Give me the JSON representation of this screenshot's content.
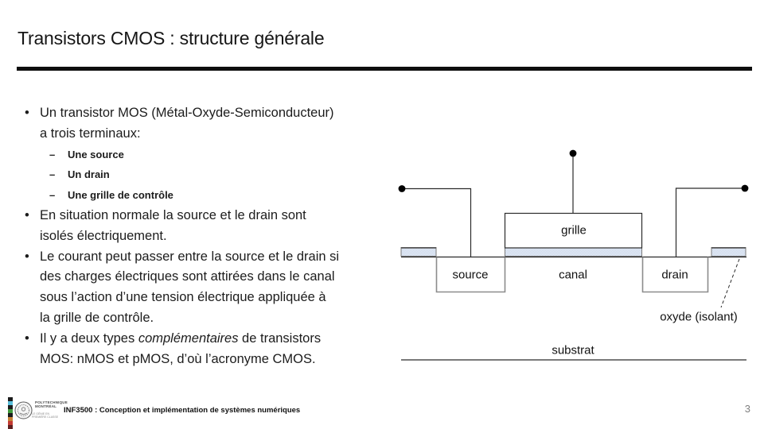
{
  "slide": {
    "title": "Transistors CMOS : structure générale",
    "page_number": "3",
    "footer_text": "INF3500 : Conception et implémentation de systèmes numériques",
    "logo": {
      "wordmark": [
        "POLYTECHNIQUE",
        "MONTRÉAL"
      ],
      "motto": "LE GÉNIE EN PREMIÈRE CLASSE",
      "stripe_colors": [
        "#1b1b1b",
        "#58bcd9",
        "#1b1b1b",
        "#3f9a3b",
        "#1b1b1b",
        "#c57f36",
        "#c43b33",
        "#5f1f1f"
      ]
    },
    "colors": {
      "title_rule": "#0e0e0e",
      "oxide_fill": "#dde4f1",
      "diagram_line": "#2b2b2b",
      "page_number": "#7f7f7f"
    }
  },
  "bullets": [
    {
      "level": 1,
      "marker": "•",
      "lines": [
        "Un transistor MOS (Métal-Oxyde-Semiconducteur)",
        "a trois terminaux:"
      ]
    },
    {
      "level": 2,
      "marker": "–",
      "lines": [
        "Une source"
      ]
    },
    {
      "level": 2,
      "marker": "–",
      "lines": [
        "Un drain"
      ]
    },
    {
      "level": 2,
      "marker": "–",
      "lines": [
        "Une grille de contrôle"
      ]
    },
    {
      "level": 1,
      "marker": "•",
      "lines": [
        "En situation normale la source et le drain sont",
        "isolés électriquement."
      ]
    },
    {
      "level": 1,
      "marker": "•",
      "lines": [
        "Le courant peut passer entre la source et le drain si",
        "des charges électriques sont attirées dans le canal",
        "sous l’action d’une tension électrique appliquée à",
        "la grille de contrôle."
      ]
    },
    {
      "level": 1,
      "marker": "•",
      "lines": [
        "Il y a deux types *complémentaires* de transistors",
        "MOS: nMOS et pMOS, d’où l’acronyme CMOS."
      ]
    }
  ],
  "diagram": {
    "labels": {
      "gate": "grille",
      "source": "source",
      "channel": "canal",
      "drain": "drain",
      "oxide": "oxyde (isolant)",
      "substrate": "substrat"
    }
  }
}
